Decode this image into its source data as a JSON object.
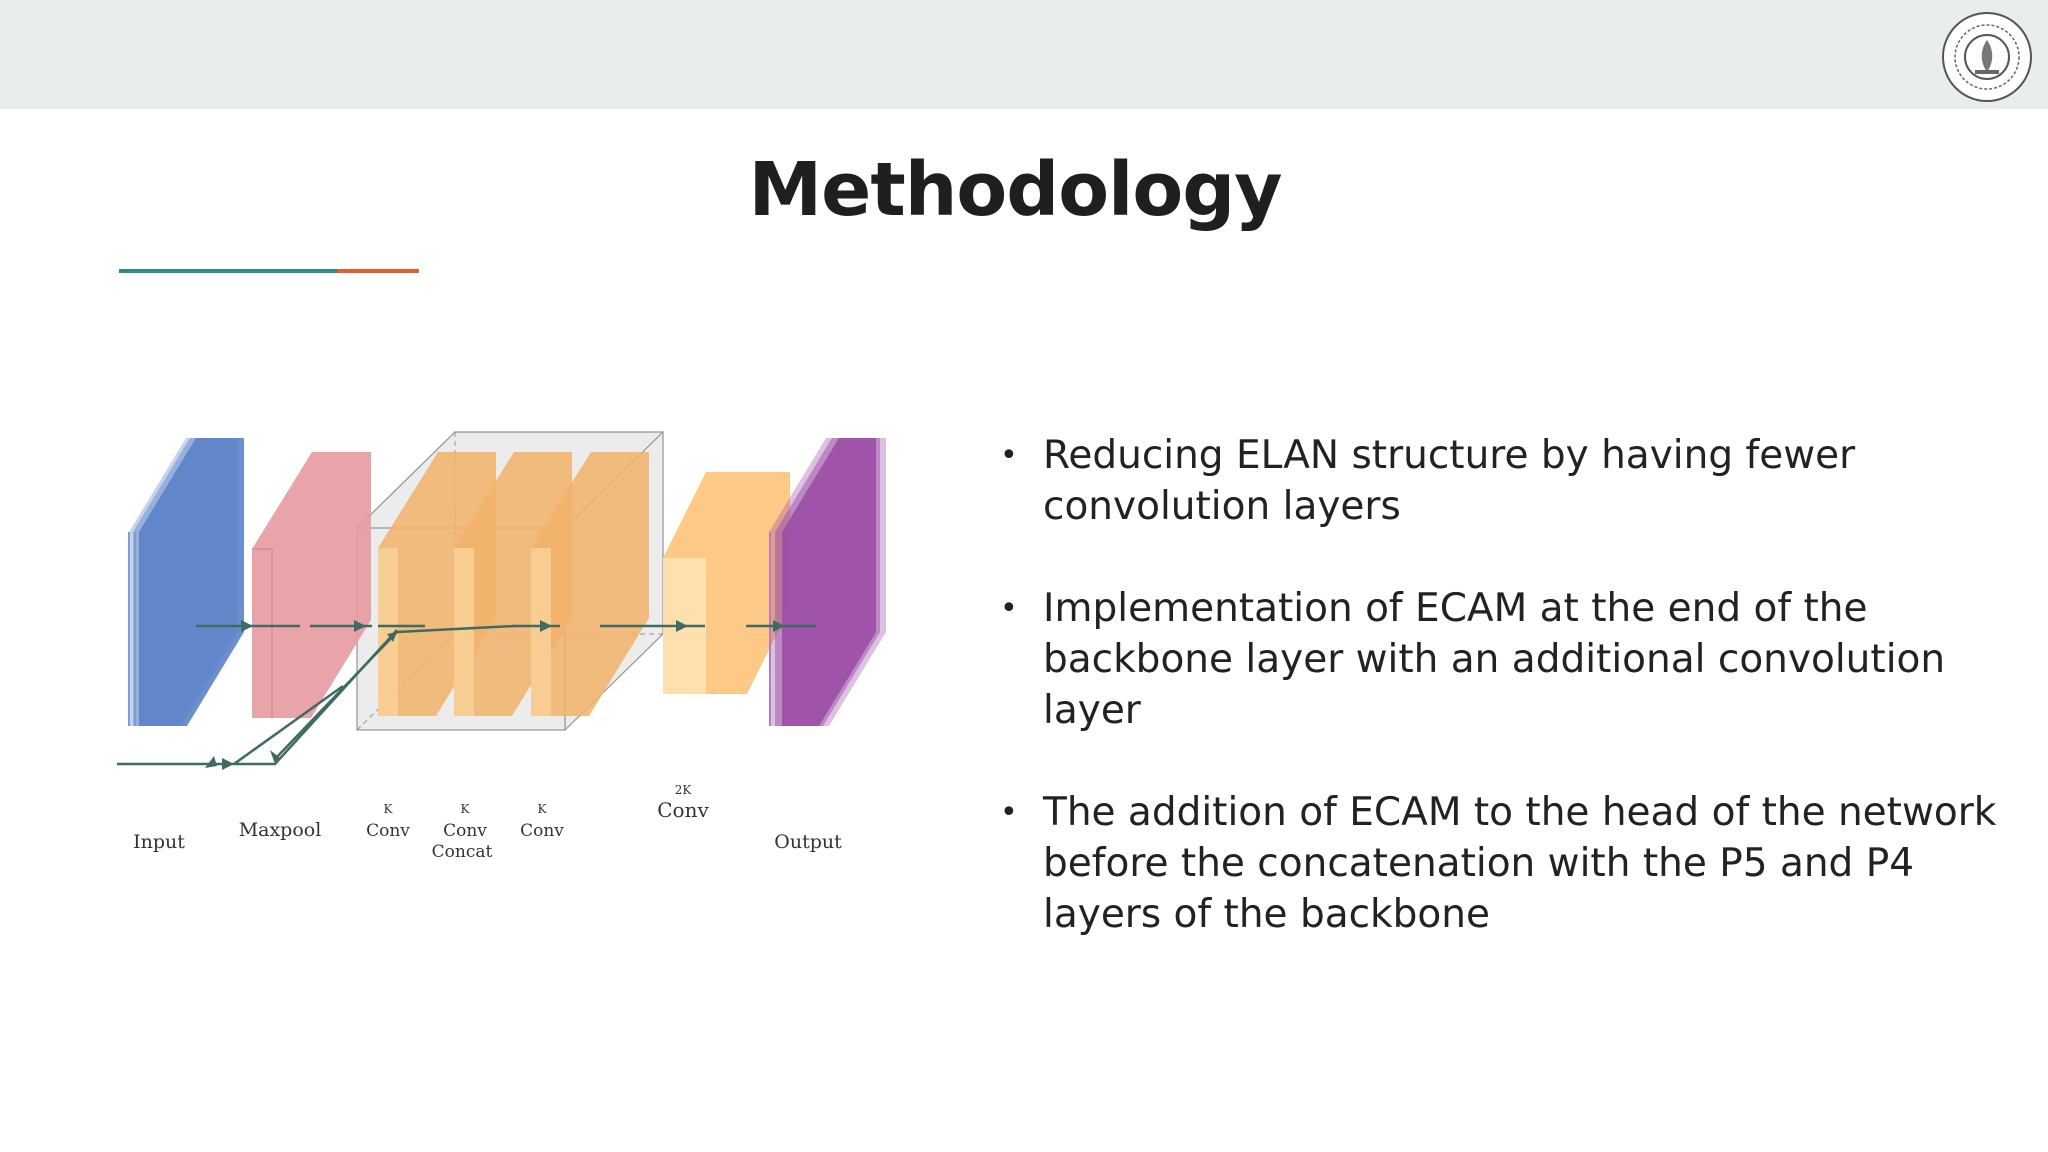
{
  "slide": {
    "title": "Methodology",
    "logo_icon": "institute-seal-icon",
    "header_band_color": "#e8eeee",
    "accent_colors": [
      "#2a9086",
      "#e0602a"
    ]
  },
  "diagram": {
    "layers": [
      {
        "label": "Input",
        "color": "#5b82c8"
      },
      {
        "label": "Maxpool",
        "color": "#e79aa1"
      },
      {
        "label": "Conv",
        "sublabel": "K",
        "color": "#f2b36a"
      },
      {
        "label": "Conv",
        "sublabel": "K",
        "color": "#f2b36a"
      },
      {
        "label": "Conv",
        "sublabel": "K",
        "color": "#f2b36a"
      },
      {
        "label": "Conv",
        "sublabel": "2K",
        "color": "#fcc77f"
      },
      {
        "label": "Output",
        "color": "#9b4fa6"
      }
    ],
    "concat_label": "Concat",
    "arrow_color": "#3f6b63"
  },
  "bullets": [
    "Reducing ELAN structure by having fewer convolution layers",
    "Implementation of ECAM at the end of the backbone layer with an additional convolution layer",
    "The addition of ECAM to the head of the network before the concatenation with the P5 and P4 layers of the backbone"
  ]
}
